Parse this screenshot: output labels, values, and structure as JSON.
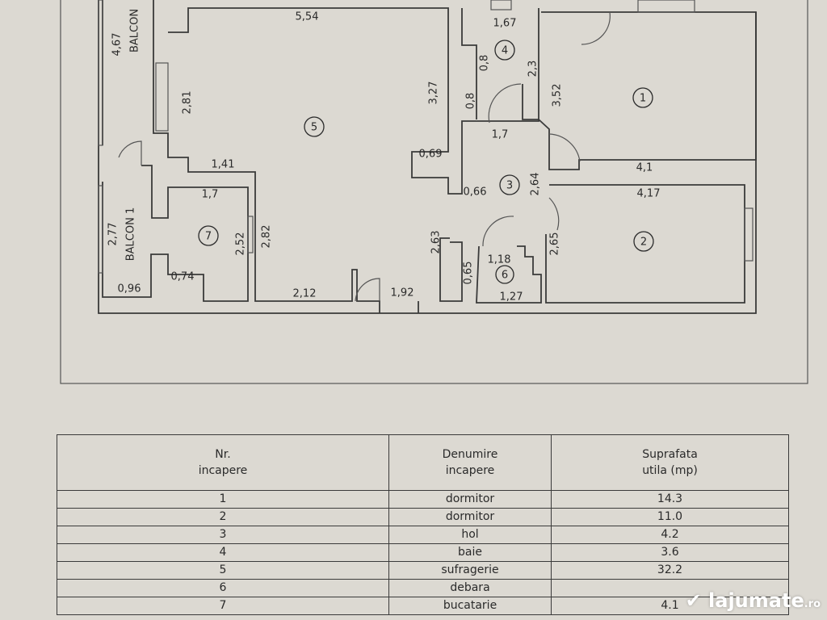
{
  "plan": {
    "balcon_label": "BALCON",
    "balcon_length": "4,67",
    "balcon1_label": "BALCON 1",
    "balcon1_length": "2,77",
    "rooms": [
      {
        "nr": "1",
        "dims": [
          "3,52",
          "4,1"
        ]
      },
      {
        "nr": "2",
        "dims": [
          "4,17",
          "2,65"
        ]
      },
      {
        "nr": "3",
        "dims": [
          "1,7",
          "0,66",
          "2,64"
        ]
      },
      {
        "nr": "4",
        "dims": [
          "1,67",
          "0,8",
          "2,3",
          "0,8"
        ]
      },
      {
        "nr": "5",
        "dims": [
          "5,54",
          "2,81",
          "3,27",
          "0,69",
          "1,41",
          "2,82",
          "2,12",
          "1,92",
          "2,63"
        ]
      },
      {
        "nr": "6",
        "dims": [
          "1,18",
          "0,65",
          "1,27"
        ]
      },
      {
        "nr": "7",
        "dims": [
          "1,7",
          "2,52",
          "0,74",
          "0,96"
        ]
      }
    ]
  },
  "table": {
    "headers": [
      "Nr.\nincapere",
      "Denumire\nincapere",
      "Suprafata\nutila (mp)"
    ],
    "rows": [
      [
        "1",
        "dormitor",
        "14.3"
      ],
      [
        "2",
        "dormitor",
        "11.0"
      ],
      [
        "3",
        "hol",
        "4.2"
      ],
      [
        "4",
        "baie",
        "3.6"
      ],
      [
        "5",
        "sufragerie",
        "32.2"
      ],
      [
        "6",
        "debara",
        ""
      ],
      [
        "7",
        "bucatarie",
        "4.1"
      ]
    ]
  },
  "watermark": {
    "brand": "lajumate",
    "tld": ".ro"
  }
}
